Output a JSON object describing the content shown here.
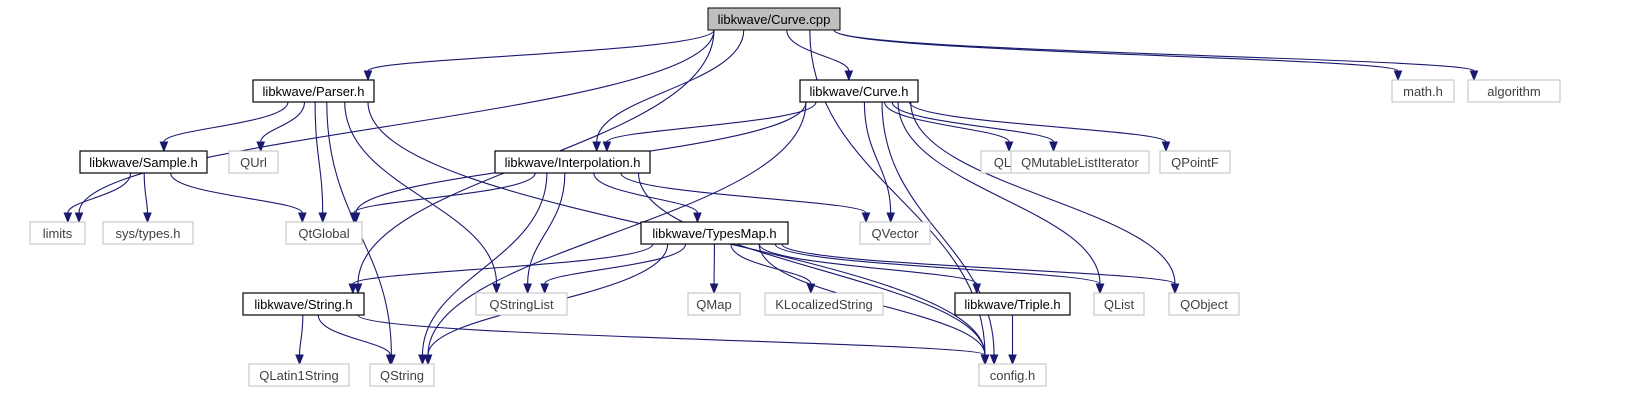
{
  "diagram": {
    "type": "include-dependency-graph",
    "colors": {
      "edge": "#191970",
      "root_fill": "#bfbfbf",
      "local_border": "#000000",
      "system_border": "#bfbfbf"
    },
    "nodes": [
      {
        "id": "curve_cpp",
        "label": "libkwave/Curve.cpp",
        "kind": "root"
      },
      {
        "id": "parser_h",
        "label": "libkwave/Parser.h",
        "kind": "local"
      },
      {
        "id": "curve_h",
        "label": "libkwave/Curve.h",
        "kind": "local"
      },
      {
        "id": "math_h",
        "label": "math.h",
        "kind": "system"
      },
      {
        "id": "algorithm",
        "label": "algorithm",
        "kind": "system"
      },
      {
        "id": "sample_h",
        "label": "libkwave/Sample.h",
        "kind": "local"
      },
      {
        "id": "qurl",
        "label": "QUrl",
        "kind": "system"
      },
      {
        "id": "interpolation_h",
        "label": "libkwave/Interpolation.h",
        "kind": "local"
      },
      {
        "id": "qlistiterator",
        "label": "QListIterator",
        "kind": "system"
      },
      {
        "id": "qmutablelistiterator",
        "label": "QMutableListIterator",
        "kind": "system"
      },
      {
        "id": "qpointf",
        "label": "QPointF",
        "kind": "system"
      },
      {
        "id": "limits",
        "label": "limits",
        "kind": "system"
      },
      {
        "id": "sys_types_h",
        "label": "sys/types.h",
        "kind": "system"
      },
      {
        "id": "qtglobal",
        "label": "QtGlobal",
        "kind": "system"
      },
      {
        "id": "qvector",
        "label": "QVector",
        "kind": "system"
      },
      {
        "id": "typesmap_h",
        "label": "libkwave/TypesMap.h",
        "kind": "local"
      },
      {
        "id": "string_h",
        "label": "libkwave/String.h",
        "kind": "local"
      },
      {
        "id": "qstringlist",
        "label": "QStringList",
        "kind": "system"
      },
      {
        "id": "qmap",
        "label": "QMap",
        "kind": "system"
      },
      {
        "id": "klocalizedstring",
        "label": "KLocalizedString",
        "kind": "system"
      },
      {
        "id": "triple_h",
        "label": "libkwave/Triple.h",
        "kind": "local"
      },
      {
        "id": "qlist",
        "label": "QList",
        "kind": "system"
      },
      {
        "id": "qobject",
        "label": "QObject",
        "kind": "system"
      },
      {
        "id": "qlatin1string",
        "label": "QLatin1String",
        "kind": "system"
      },
      {
        "id": "qstring",
        "label": "QString",
        "kind": "system"
      },
      {
        "id": "config_h",
        "label": "config.h",
        "kind": "system"
      }
    ],
    "edges": [
      [
        "curve_cpp",
        "parser_h"
      ],
      [
        "curve_cpp",
        "curve_h"
      ],
      [
        "curve_cpp",
        "math_h"
      ],
      [
        "curve_cpp",
        "algorithm"
      ],
      [
        "curve_cpp",
        "interpolation_h"
      ],
      [
        "curve_cpp",
        "limits"
      ],
      [
        "curve_cpp",
        "string_h"
      ],
      [
        "curve_cpp",
        "config_h"
      ],
      [
        "parser_h",
        "sample_h"
      ],
      [
        "parser_h",
        "qurl"
      ],
      [
        "parser_h",
        "qtglobal"
      ],
      [
        "parser_h",
        "qstringlist"
      ],
      [
        "parser_h",
        "config_h"
      ],
      [
        "parser_h",
        "qstring"
      ],
      [
        "curve_h",
        "interpolation_h"
      ],
      [
        "curve_h",
        "qlistiterator"
      ],
      [
        "curve_h",
        "qmutablelistiterator"
      ],
      [
        "curve_h",
        "qpointf"
      ],
      [
        "curve_h",
        "qtglobal"
      ],
      [
        "curve_h",
        "qvector"
      ],
      [
        "curve_h",
        "qlist"
      ],
      [
        "curve_h",
        "qobject"
      ],
      [
        "curve_h",
        "config_h"
      ],
      [
        "curve_h",
        "qstring"
      ],
      [
        "sample_h",
        "limits"
      ],
      [
        "sample_h",
        "sys_types_h"
      ],
      [
        "sample_h",
        "qtglobal"
      ],
      [
        "interpolation_h",
        "qtglobal"
      ],
      [
        "interpolation_h",
        "qvector"
      ],
      [
        "interpolation_h",
        "typesmap_h"
      ],
      [
        "interpolation_h",
        "qstringlist"
      ],
      [
        "interpolation_h",
        "qstring"
      ],
      [
        "interpolation_h",
        "config_h"
      ],
      [
        "typesmap_h",
        "string_h"
      ],
      [
        "typesmap_h",
        "qstringlist"
      ],
      [
        "typesmap_h",
        "qmap"
      ],
      [
        "typesmap_h",
        "klocalizedstring"
      ],
      [
        "typesmap_h",
        "triple_h"
      ],
      [
        "typesmap_h",
        "qlist"
      ],
      [
        "typesmap_h",
        "qobject"
      ],
      [
        "typesmap_h",
        "config_h"
      ],
      [
        "typesmap_h",
        "qstring"
      ],
      [
        "string_h",
        "qlatin1string"
      ],
      [
        "string_h",
        "qstring"
      ],
      [
        "string_h",
        "config_h"
      ],
      [
        "triple_h",
        "config_h"
      ]
    ]
  }
}
